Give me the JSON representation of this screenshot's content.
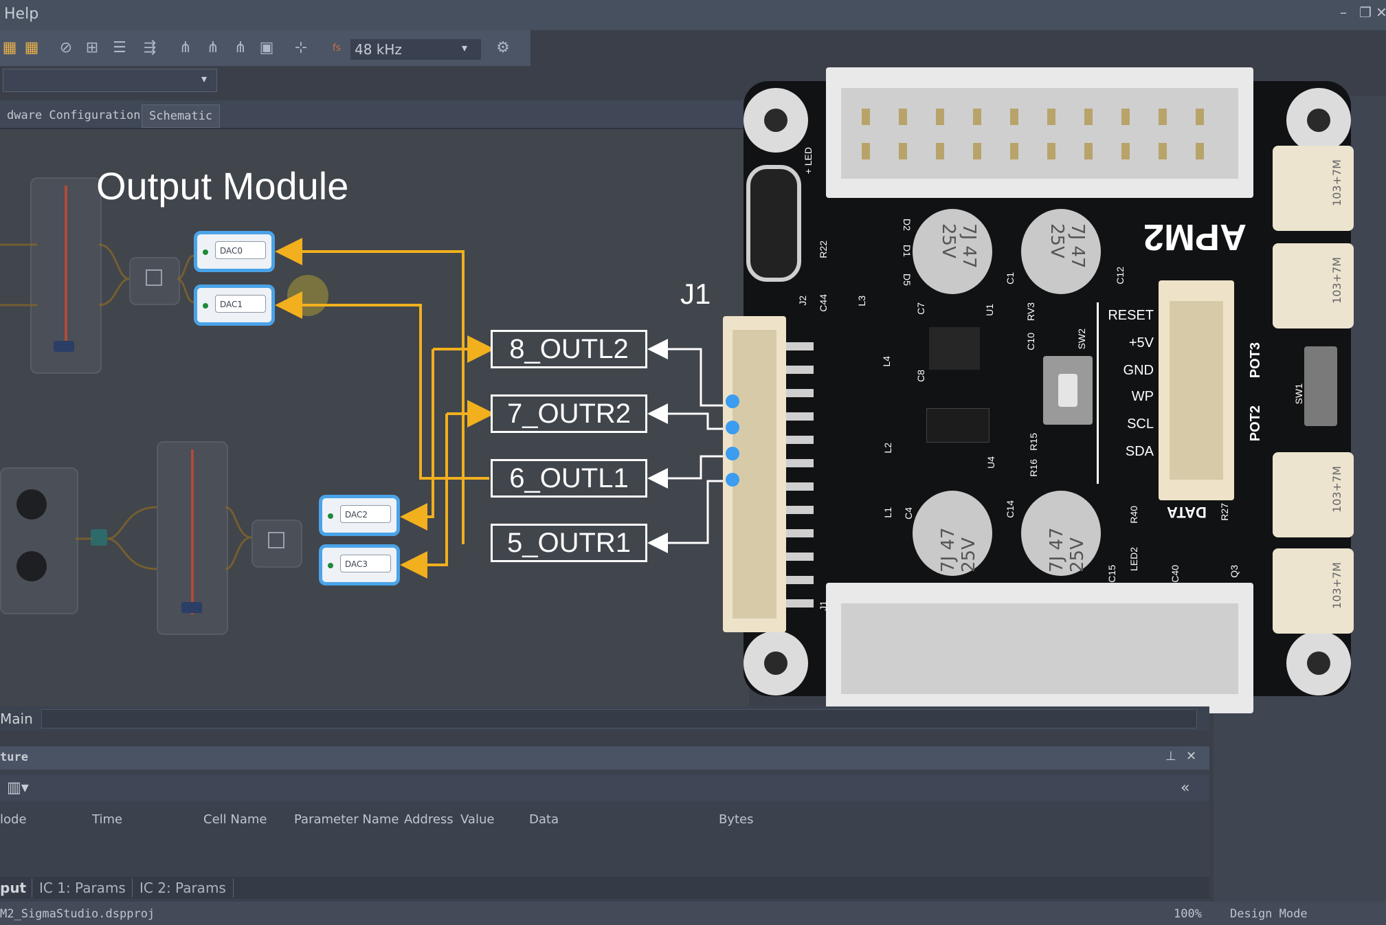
{
  "menu": {
    "help": "Help"
  },
  "toolbar": {
    "sample_rate": "48 kHz"
  },
  "tabs": [
    {
      "label": "dware Configuration"
    },
    {
      "label": "Schematic"
    }
  ],
  "schematic": {
    "title": "Output Module",
    "dacs": [
      "DAC0",
      "DAC1",
      "DAC2",
      "DAC3"
    ],
    "outputs": [
      "8_OUTL2",
      "7_OUTR2",
      "6_OUTL1",
      "5_OUTR1"
    ],
    "connector_label": "J1",
    "colors": {
      "wire": "#f2b01e",
      "dac_border": "#4aa3e8",
      "pin_dot": "#3b9cf0"
    }
  },
  "board": {
    "name": "APM2",
    "pins": [
      "RESET",
      "+5V",
      "GND",
      "WP",
      "SCL",
      "SDA"
    ],
    "data_label": "DATA",
    "pot_labels": [
      "POT3",
      "POT2"
    ],
    "pot_values": [
      "103+7M",
      "103+7M",
      "103+7M",
      "103+7M"
    ],
    "capacitor_text": [
      "7J",
      "47",
      "25V"
    ],
    "refs": [
      "D2",
      "D1",
      "D5",
      "R22",
      "C44",
      "J2",
      "L3",
      "C7",
      "U1",
      "C1",
      "C12",
      "C10",
      "RV3",
      "SW2",
      "L4",
      "C8",
      "R15",
      "R16",
      "U4",
      "L2",
      "L1",
      "C4",
      "C14",
      "R40",
      "R27",
      "C15",
      "LED2",
      "C40",
      "Q3",
      "J1",
      "SW1",
      "+ LED"
    ]
  },
  "main_tab": "Main",
  "capture": {
    "title": "ture",
    "columns": [
      "lode",
      "Time",
      "Cell Name",
      "Parameter Name",
      "Address",
      "Value",
      "Data",
      "Bytes"
    ]
  },
  "bottom_tabs": [
    "put",
    "IC 1: Params",
    "IC 2: Params"
  ],
  "status": {
    "file": "M2_SigmaStudio.dspproj",
    "zoom": "100%",
    "mode": "Design Mode"
  }
}
